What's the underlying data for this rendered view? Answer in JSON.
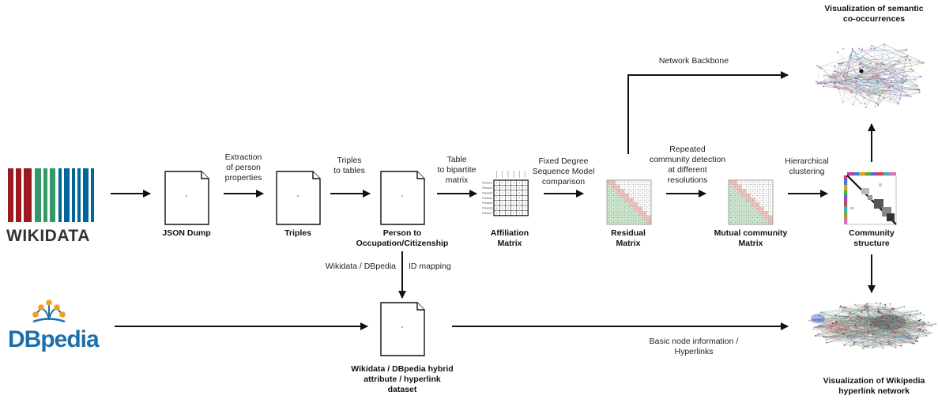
{
  "logos": {
    "wikidata": "WIKIDATA",
    "dbpedia": "DBpedia"
  },
  "nodes": {
    "json_dump": "JSON Dump",
    "triples": "Triples",
    "person_line1": "Person to",
    "person_line2": "Occupation/Citizenship",
    "affiliation_line1": "Affiliation",
    "affiliation_line2": "Matrix",
    "residual_line1": "Residual",
    "residual_line2": "Matrix",
    "mutual_line1": "Mutual community",
    "mutual_line2": "Matrix",
    "community_line1": "Community",
    "community_line2": "structure",
    "semantic_line1": "Visualization of semantic",
    "semantic_line2": "co-occurrences",
    "hyperlink_line1": "Visualization of Wikipedia",
    "hyperlink_line2": "hyperlink network",
    "hybrid_line1": "Wikidata / DBpedia hybrid",
    "hybrid_line2": "attribute / hyperlink",
    "hybrid_line3": "dataset"
  },
  "edges": {
    "extraction_line1": "Extraction",
    "extraction_line2": "of person",
    "extraction_line3": "properties",
    "triples_tables_line1": "Triples",
    "triples_tables_line2": "to tables",
    "bipartite_line1": "Table",
    "bipartite_line2": "to bipartite",
    "bipartite_line3": "matrix",
    "fdsm_line1": "Fixed Degree",
    "fdsm_line2": "Sequence Model",
    "fdsm_line3": "comparison",
    "repeated_line1": "Repeated",
    "repeated_line2": "community detection",
    "repeated_line3": "at different",
    "repeated_line4": "resolutions",
    "hierarchical_line1": "Hierarchical",
    "hierarchical_line2": "clustering",
    "backbone": "Network Backbone",
    "id_mapping_left": "Wikidata / DBpedia",
    "id_mapping_right": "ID mapping",
    "basic_info_line1": "Basic node information /",
    "basic_info_line2": "Hyperlinks"
  },
  "matrix_row_labels": [
    "Person1",
    "Person2",
    "Person3",
    "Person4",
    "Person5",
    "Person6",
    "Person7"
  ],
  "colors": {
    "wikidata_red": "#9a1a20",
    "wikidata_green": "#339966",
    "wikidata_blue": "#006699",
    "dbpedia_blue": "#1f6ea8",
    "dbpedia_orange": "#f0a020",
    "matrix_green": "#cfe9cf",
    "matrix_red": "#f2c4c4"
  }
}
